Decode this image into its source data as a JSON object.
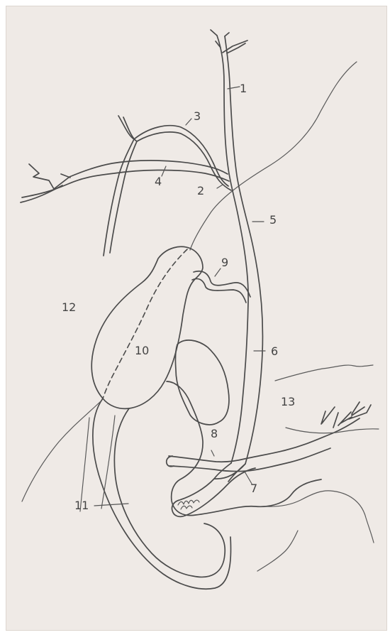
{
  "labels": {
    "n1": "1",
    "n2": "2",
    "n3": "3",
    "n4": "4",
    "n5": "5",
    "n6": "6",
    "n7": "7",
    "n8": "8",
    "n9": "9",
    "n10": "10",
    "n11": "11",
    "n12": "12",
    "n13": "13"
  }
}
